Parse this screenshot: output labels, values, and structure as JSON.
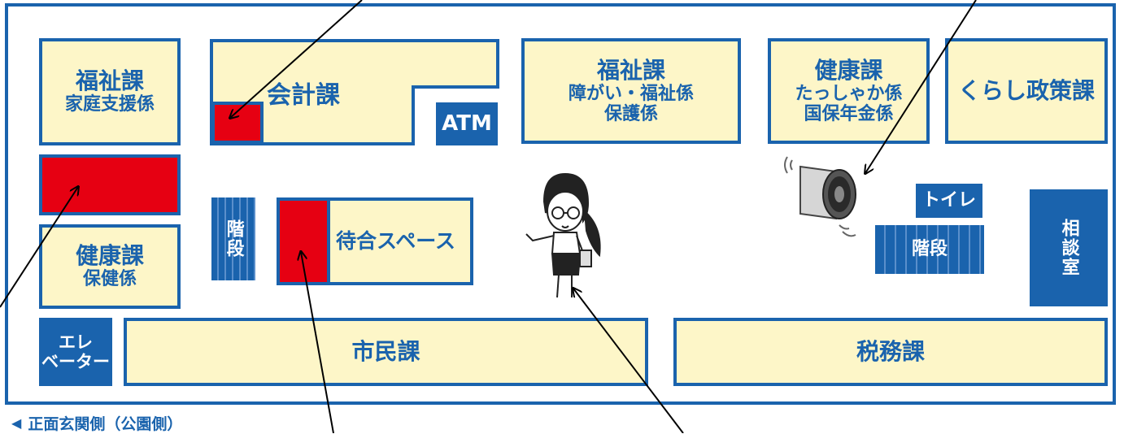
{
  "rooms": {
    "fukushi_katei": {
      "title": "福祉課",
      "sub": "家庭支援係"
    },
    "kaikei": {
      "title": "会計課"
    },
    "atm": {
      "label": "ATM"
    },
    "fukushi_shogai": {
      "title": "福祉課",
      "line1": "障がい・福祉係",
      "line2": "保護係"
    },
    "kenko_top": {
      "title": "健康課",
      "line1": "たっしゃか係",
      "line2": "国保年金係"
    },
    "kurashi": {
      "title": "くらし政策課"
    },
    "kenko_bottom": {
      "title": "健康課",
      "sub": "保健係"
    },
    "stairs_left": {
      "label": "階段"
    },
    "machiai": {
      "title": "待合スペース"
    },
    "toilet": {
      "label": "トイレ"
    },
    "stairs_right": {
      "label": "階段"
    },
    "sodan": {
      "label": "相談室"
    },
    "elevator": {
      "line1": "エレ",
      "line2": "ベーター"
    },
    "shimin": {
      "title": "市民課"
    },
    "zeimu": {
      "title": "税務課"
    }
  },
  "footer": {
    "label": "正面玄関側（公園側）"
  },
  "colors": {
    "border": "#1a63ad",
    "room_fill": "#fdf6c8",
    "highlight": "#e60012"
  }
}
